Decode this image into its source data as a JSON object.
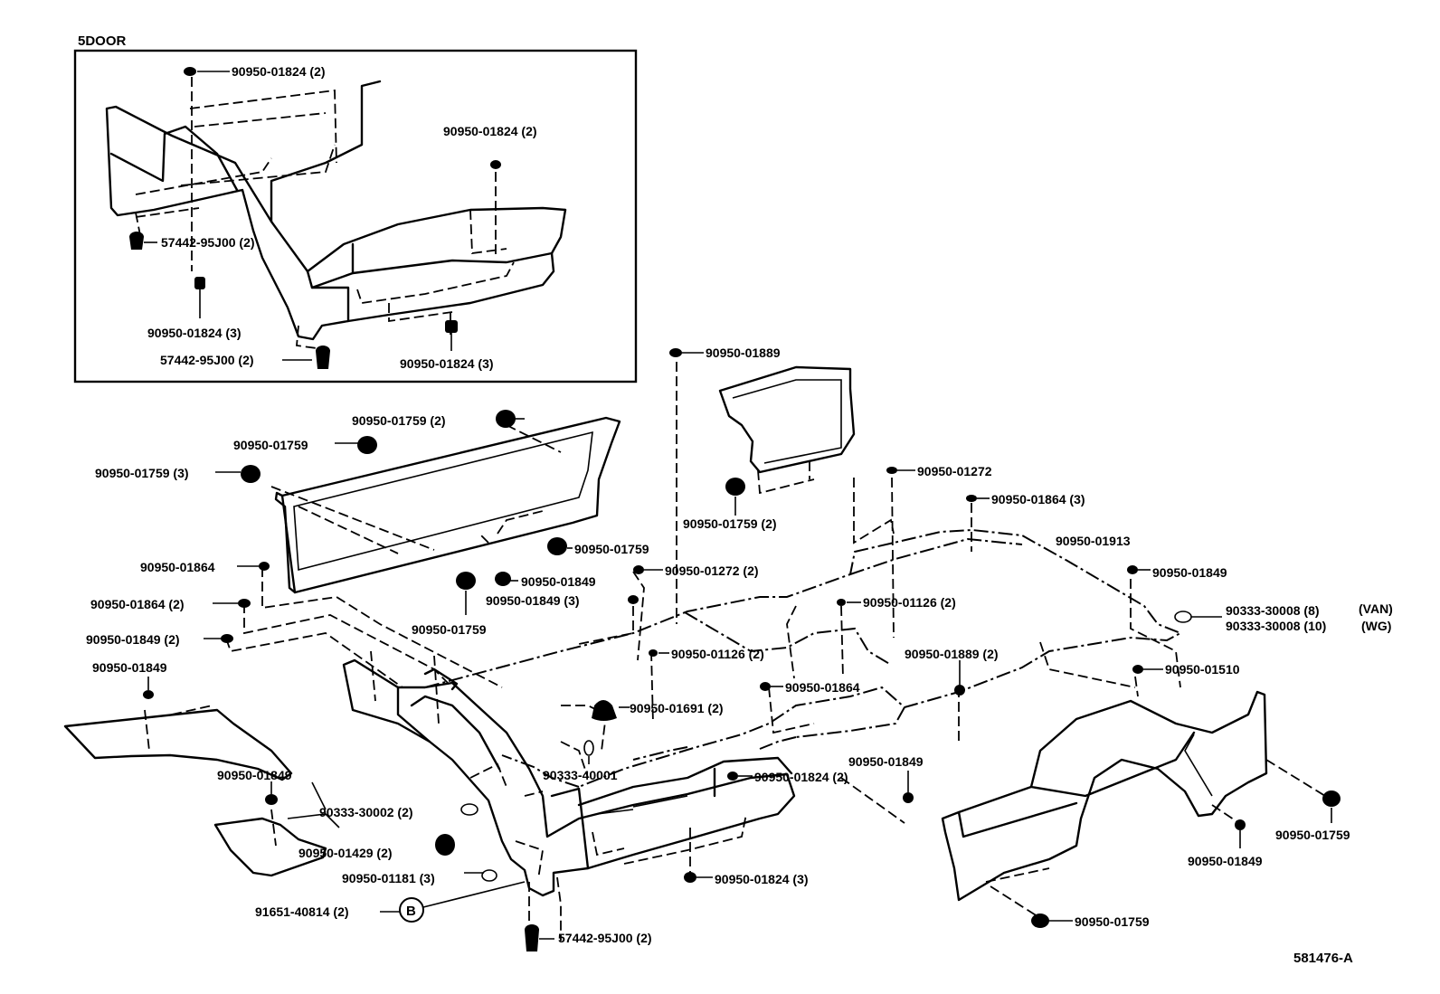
{
  "inset": {
    "label": "5DOOR"
  },
  "diagram_id": "581476-A",
  "callout_b": "B",
  "labels": {
    "i1": "90950-01824 (2)",
    "i2": "90950-01824 (2)",
    "i3": "57442-95J00 (2)",
    "i4": "90950-01824 (3)",
    "i5": "57442-95J00 (2)",
    "i6": "90950-01824 (3)",
    "m1": "90950-01889",
    "m2": "90950-01759 (2)",
    "m3": "90950-01759",
    "m4": "90950-01759 (3)",
    "m5": "90950-01272",
    "m6": "90950-01864 (3)",
    "m7": "90950-01759 (2)",
    "m8": "90950-01913",
    "m9": "90950-01759",
    "m10": "90950-01864",
    "m11": "90950-01849",
    "m12": "90950-01272 (2)",
    "m13": "90950-01849",
    "m14": "90950-01849 (3)",
    "m15": "90950-01864 (2)",
    "m16": "90950-01126 (2)",
    "m17a": "90333-30008 (8)",
    "m17b": "(VAN)",
    "m18a": "90333-30008 (10)",
    "m18b": "(WG)",
    "m19": "90950-01849 (2)",
    "m20": "90950-01759",
    "m21": "90950-01126 (2)",
    "m22": "90950-01889 (2)",
    "m23": "90950-01849",
    "m24": "90950-01864",
    "m25": "90950-01510",
    "m26": "90950-01691 (2)",
    "m27": "90333-40001",
    "m28": "90950-01824 (2)",
    "m29": "90950-01849",
    "m30": "90950-01849",
    "m31": "90333-30002 (2)",
    "m32": "90950-01429 (2)",
    "m33": "90950-01181 (3)",
    "m34": "90950-01824 (3)",
    "m35": "90950-01759",
    "m36": "90950-01849",
    "m37": "91651-40814 (2)",
    "m38": "57442-95J00 (2)",
    "m39": "90950-01759"
  }
}
